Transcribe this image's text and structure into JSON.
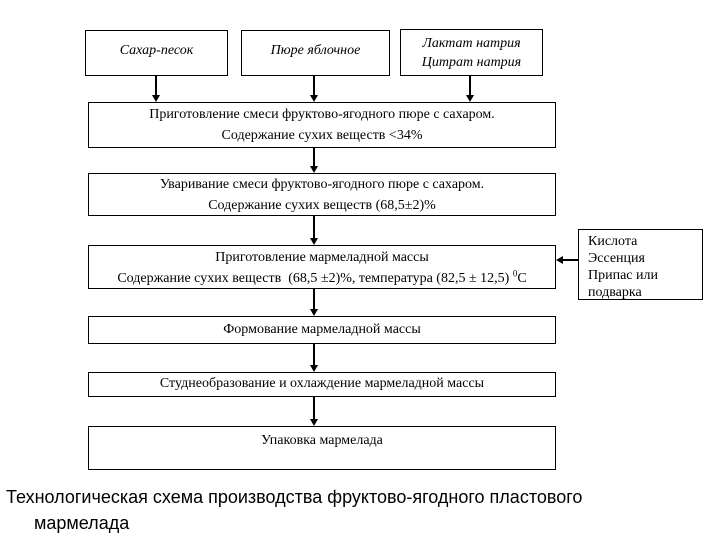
{
  "colors": {
    "ink": "#000000",
    "background": "#ffffff"
  },
  "flowchart": {
    "input_boxes": {
      "sugar": {
        "label": "Сахар-песок"
      },
      "puree": {
        "label": "Пюре яблочное"
      },
      "salts": {
        "line1": "Лактат натрия",
        "line2": "Цитрат натрия"
      }
    },
    "process_boxes": {
      "mixing": {
        "line1": "Приготовление смеси фруктово-ягодного пюре с сахаром.",
        "line2": "Содержание сухих веществ <34%"
      },
      "boiling": {
        "line1": "Уваривание смеси фруктово-ягодного пюре с сахаром.",
        "line2": "Содержание сухих веществ (68,5±2)%"
      },
      "mass_preparation": {
        "line1": "Приготовление мармеладной массы",
        "line2_text": "Содержание сухих веществ  (68,5 ±2)%, температура (82,5 ± 12,5) ",
        "line2_sup": "0",
        "line2_unit": "С"
      },
      "forming": {
        "label": "Формование мармеладной массы"
      },
      "gelling": {
        "label": "Студнеобразование и охлаждение мармеладной массы"
      },
      "packing": {
        "label": "Упаковка мармелада"
      }
    },
    "additives_box": {
      "line1": "Кислота",
      "line2": "Эссенция",
      "line3": "Припас или",
      "line4": "подварка"
    }
  },
  "caption": {
    "line1": "Технологическая схема производства фруктово-ягодного пластового",
    "line2": "мармелада"
  }
}
